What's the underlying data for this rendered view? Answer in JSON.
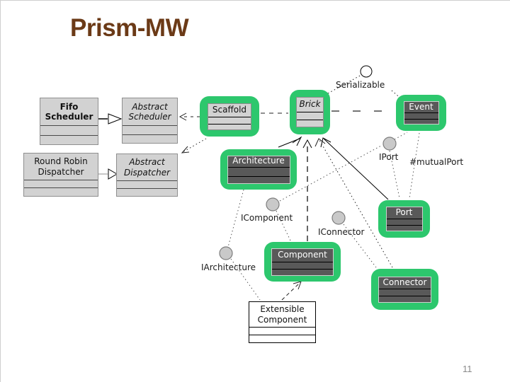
{
  "slide": {
    "title": "Prism-MW",
    "page_number": "11"
  },
  "colors": {
    "highlight_green": "#2dc76d",
    "class_fill_light": "#d2d2d2",
    "class_fill_dark": "#595959",
    "title_brown": "#6b3a17",
    "page_number_gray": "#8a8a8a"
  },
  "diagram": {
    "classes": {
      "fifo_scheduler": {
        "label": "Fifo Scheduler",
        "highlighted": false
      },
      "abstract_scheduler": {
        "label": "Abstract Scheduler",
        "highlighted": false,
        "abstract": true
      },
      "round_robin_dispatcher": {
        "label": "Round Robin Dispatcher",
        "highlighted": false
      },
      "abstract_dispatcher": {
        "label": "Abstract Dispatcher",
        "highlighted": false,
        "abstract": true
      },
      "scaffold": {
        "label": "Scaffold",
        "highlighted": true
      },
      "brick": {
        "label": "Brick",
        "highlighted": true,
        "abstract": true
      },
      "event": {
        "label": "Event",
        "highlighted": true
      },
      "architecture": {
        "label": "Architecture",
        "highlighted": true
      },
      "port": {
        "label": "Port",
        "highlighted": true
      },
      "component": {
        "label": "Component",
        "highlighted": true
      },
      "connector": {
        "label": "Connector",
        "highlighted": true
      },
      "extensible_component": {
        "label": "Extensible Component",
        "highlighted": false
      }
    },
    "interfaces": {
      "serializable": {
        "label": "Serializable"
      },
      "iport": {
        "label": "IPort"
      },
      "icomponent": {
        "label": "IComponent"
      },
      "iconnector": {
        "label": "IConnector"
      },
      "iarchitecture": {
        "label": "IArchitecture"
      }
    },
    "labels": {
      "mutual_port": "#mutualPort"
    },
    "relationships": [
      {
        "from": "fifo_scheduler",
        "to": "abstract_scheduler",
        "type": "inheritance-solid"
      },
      {
        "from": "round_robin_dispatcher",
        "to": "abstract_dispatcher",
        "type": "inheritance-solid"
      },
      {
        "from": "scaffold",
        "to": "abstract_scheduler",
        "type": "dependency-dashed"
      },
      {
        "from": "scaffold",
        "to": "abstract_dispatcher",
        "type": "dependency-dotted"
      },
      {
        "from": "scaffold",
        "to": "brick",
        "type": "association-dashed"
      },
      {
        "from": "brick",
        "to": "serializable",
        "type": "realization-dotted"
      },
      {
        "from": "event",
        "to": "serializable",
        "type": "realization-dotted"
      },
      {
        "from": "brick",
        "to": "event",
        "type": "association-dashed"
      },
      {
        "from": "architecture",
        "to": "brick",
        "type": "inheritance-solid"
      },
      {
        "from": "component",
        "to": "brick",
        "type": "inheritance-dashed"
      },
      {
        "from": "port",
        "to": "brick",
        "type": "inheritance-solid"
      },
      {
        "from": "connector",
        "to": "brick",
        "type": "inheritance-dotted"
      },
      {
        "from": "iport",
        "to": "port",
        "type": "realization-dotted"
      },
      {
        "from": "event",
        "to": "port",
        "type": "association-dotted-mutualPort"
      },
      {
        "from": "iport",
        "to": "event",
        "type": "realization-dotted"
      },
      {
        "from": "icomponent",
        "to": "iport",
        "type": "dotted"
      },
      {
        "from": "architecture",
        "to": "iarchitecture",
        "type": "realization-dotted"
      },
      {
        "from": "icomponent",
        "to": "component",
        "type": "realization-dotted"
      },
      {
        "from": "iconnector",
        "to": "connector",
        "type": "realization-dotted"
      },
      {
        "from": "iarchitecture",
        "to": "extensible_component",
        "type": "dotted"
      },
      {
        "from": "extensible_component",
        "to": "component",
        "type": "inheritance-dashed"
      }
    ]
  }
}
